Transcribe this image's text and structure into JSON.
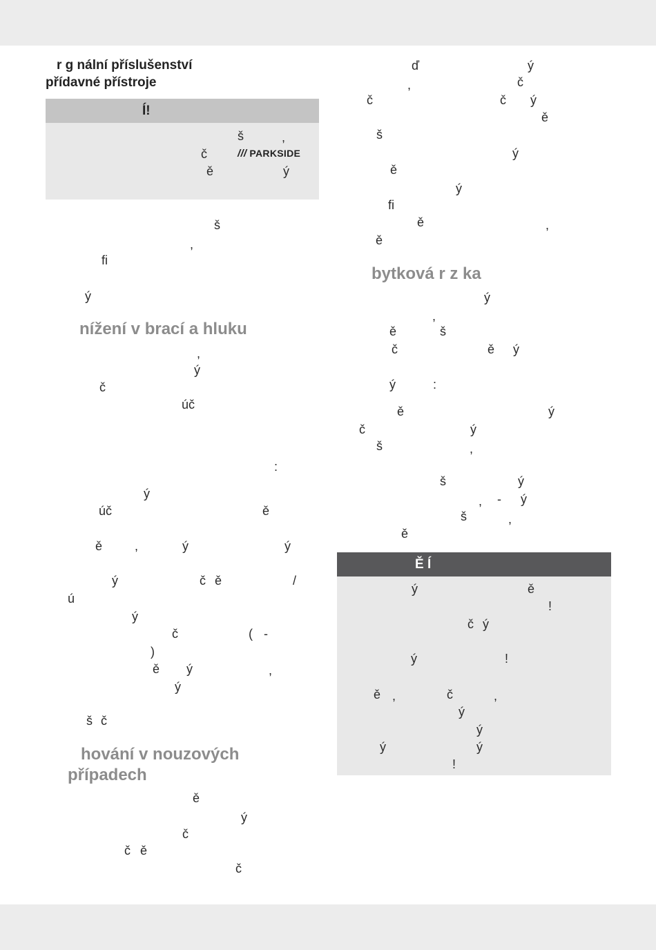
{
  "left_column": {
    "section_heading_line1": "r g nální příslušenství",
    "section_heading_line2": "přídavné přístroje",
    "notice_box": {
      "header": "Í!",
      "lines": [
        {
          "items": [
            "š",
            ","
          ]
        },
        {
          "items": [
            "č"
          ]
        },
        {
          "items": [
            "ě",
            "ý"
          ]
        }
      ],
      "logo_text": "PARKSIDE",
      "logo_mark": "///"
    },
    "fragments_a": [
      "š",
      ",",
      "fi",
      "ý"
    ],
    "heading_vibration": "nížení v brací a hluku",
    "fragments_b": [
      ",",
      "ý",
      "č",
      "úč",
      ":",
      "ý",
      "úč",
      "ě",
      "ě",
      ",",
      "ý",
      "ý",
      "ý",
      "č",
      "ě",
      "/",
      "ú",
      "ý",
      "č",
      "(",
      "-",
      ")",
      "ě",
      "ý",
      ",",
      "ý",
      "š",
      "č"
    ],
    "heading_emergency_line1": "hování v nouzových",
    "heading_emergency_line2": "případech",
    "fragments_c": [
      "ě",
      "ý",
      "č",
      "č",
      "ě",
      "č"
    ]
  },
  "right_column": {
    "fragments_a": [
      "ď",
      "ý",
      ",",
      "č",
      "č",
      "č",
      "ý",
      "ě",
      "š",
      "ý",
      "ě",
      "ý",
      "fi",
      "ě",
      ",",
      "ě"
    ],
    "heading_residual": "bytková r z ka",
    "fragments_b": [
      "ý",
      ",",
      "ě",
      "š",
      "č",
      "ě",
      "ý",
      "ý",
      ":",
      "ě",
      "ý",
      "č",
      "ý",
      "š",
      ",",
      "š",
      "ý",
      ",",
      "-",
      "ý",
      "š",
      ",",
      "ě"
    ],
    "warning_box": {
      "header": "Ě Í",
      "fragments": [
        "ý",
        "ě",
        "!",
        "č",
        "ý",
        "ý",
        "!",
        "ě",
        ",",
        "č",
        ",",
        "ý",
        "ý",
        "ý",
        "ý",
        "!"
      ]
    }
  }
}
